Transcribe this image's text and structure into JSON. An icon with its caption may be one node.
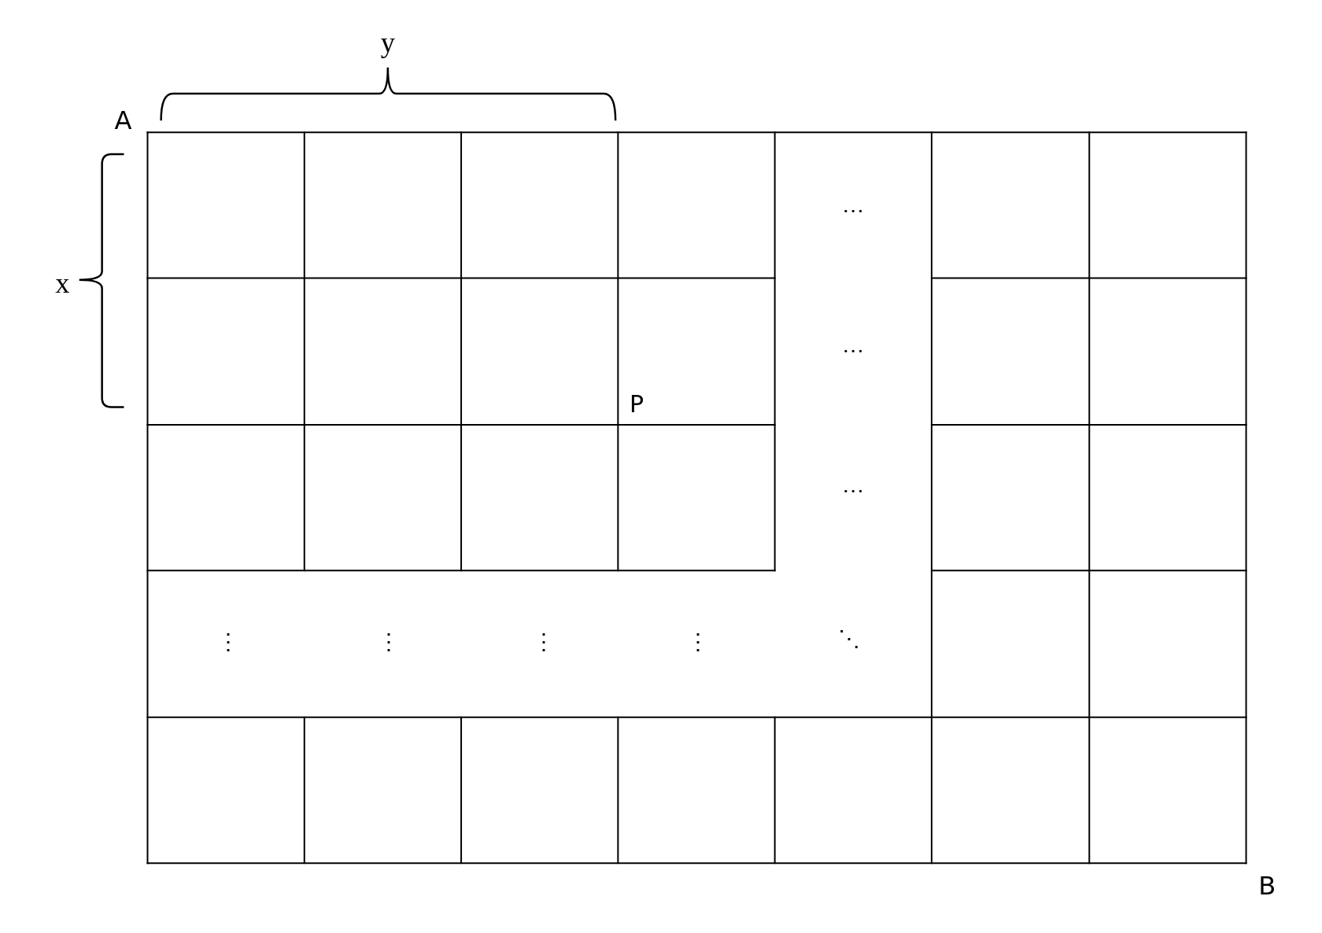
{
  "diagram": {
    "labels": [
      "y",
      "A",
      "…",
      "x",
      "…",
      "P",
      "…",
      "⋮",
      "⋮",
      "⋮",
      "⋮",
      "⋱",
      "B"
    ]
  }
}
